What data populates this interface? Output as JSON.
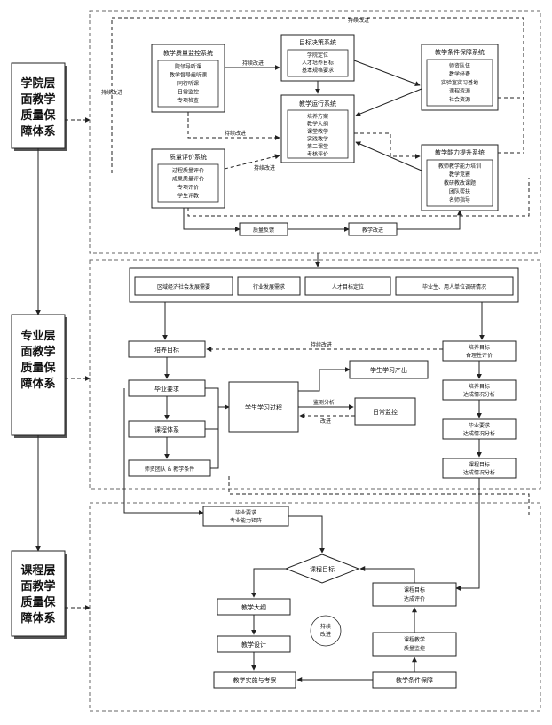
{
  "levels": {
    "college": "学院层面教学质量保障体系",
    "major": "专业层面教学质量保障体系",
    "course": "课程层面教学质量保障体系"
  },
  "college": {
    "sys_monitor": {
      "title": "教学质量监控系统",
      "items": [
        "院领导听课",
        "教学督导组听课",
        "同行听课",
        "日常监控",
        "专项检查"
      ]
    },
    "sys_goal": {
      "title": "目标决策系统",
      "items": [
        "学院定位",
        "人才培养目标",
        "基本规格要求"
      ]
    },
    "sys_cond": {
      "title": "教学条件保障系统",
      "items": [
        "师资队伍",
        "教学经费",
        "实验室实习基地",
        "课程资源",
        "社会资源"
      ]
    },
    "sys_run": {
      "title": "教学运行系统",
      "items": [
        "培养方案",
        "教学大纲",
        "课堂教学",
        "实践教学",
        "第二课堂",
        "考核评价"
      ]
    },
    "sys_eval": {
      "title": "质量评价系统",
      "items": [
        "过程质量评价",
        "成果质量评价",
        "专项评价",
        "学生评教"
      ]
    },
    "sys_ability": {
      "title": "教学能力提升系统",
      "items": [
        "教师教学能力培训",
        "教学竞赛",
        "教研教改课题",
        "团队帮扶",
        "名师指导"
      ]
    },
    "feedback": "质量反馈",
    "improve_box": "教学改进",
    "continuous": "持续改进"
  },
  "major": {
    "inputs": [
      "区域经济社会发展需要",
      "行业发展需求",
      "人才目标定位",
      "毕业生、用人单位调研情况"
    ],
    "train_goal": "培养目标",
    "grad_req": "毕业要求",
    "course_sys": "课程体系",
    "teacher_cond": "师资团队 & 教学条件",
    "learn_proc": "学生学习过程",
    "learn_output": "学生学习产出",
    "daily_monitor": "日常监控",
    "monitor_analysis": "监测分析",
    "improve": "改进",
    "continuous": "持续改进",
    "r1": [
      "培养目标",
      "合理性评价"
    ],
    "r2": [
      "培养目标",
      "达成情况分析"
    ],
    "r3": [
      "毕业要求",
      "达成情况分析"
    ],
    "r4": [
      "课程目标",
      "达成情况分析"
    ]
  },
  "course": {
    "matrix": [
      "毕业要求",
      "专业能力矩阵"
    ],
    "course_goal": "课程目标",
    "syllabus": "教学大纲",
    "design": "教学设计",
    "implement": "教学实施与考察",
    "goal_eval": [
      "课程目标",
      "达成评价"
    ],
    "quality_monitor": [
      "课程教学",
      "质量监控"
    ],
    "cond_guarantee": "教学条件保障",
    "continuous": [
      "持续",
      "改进"
    ]
  }
}
